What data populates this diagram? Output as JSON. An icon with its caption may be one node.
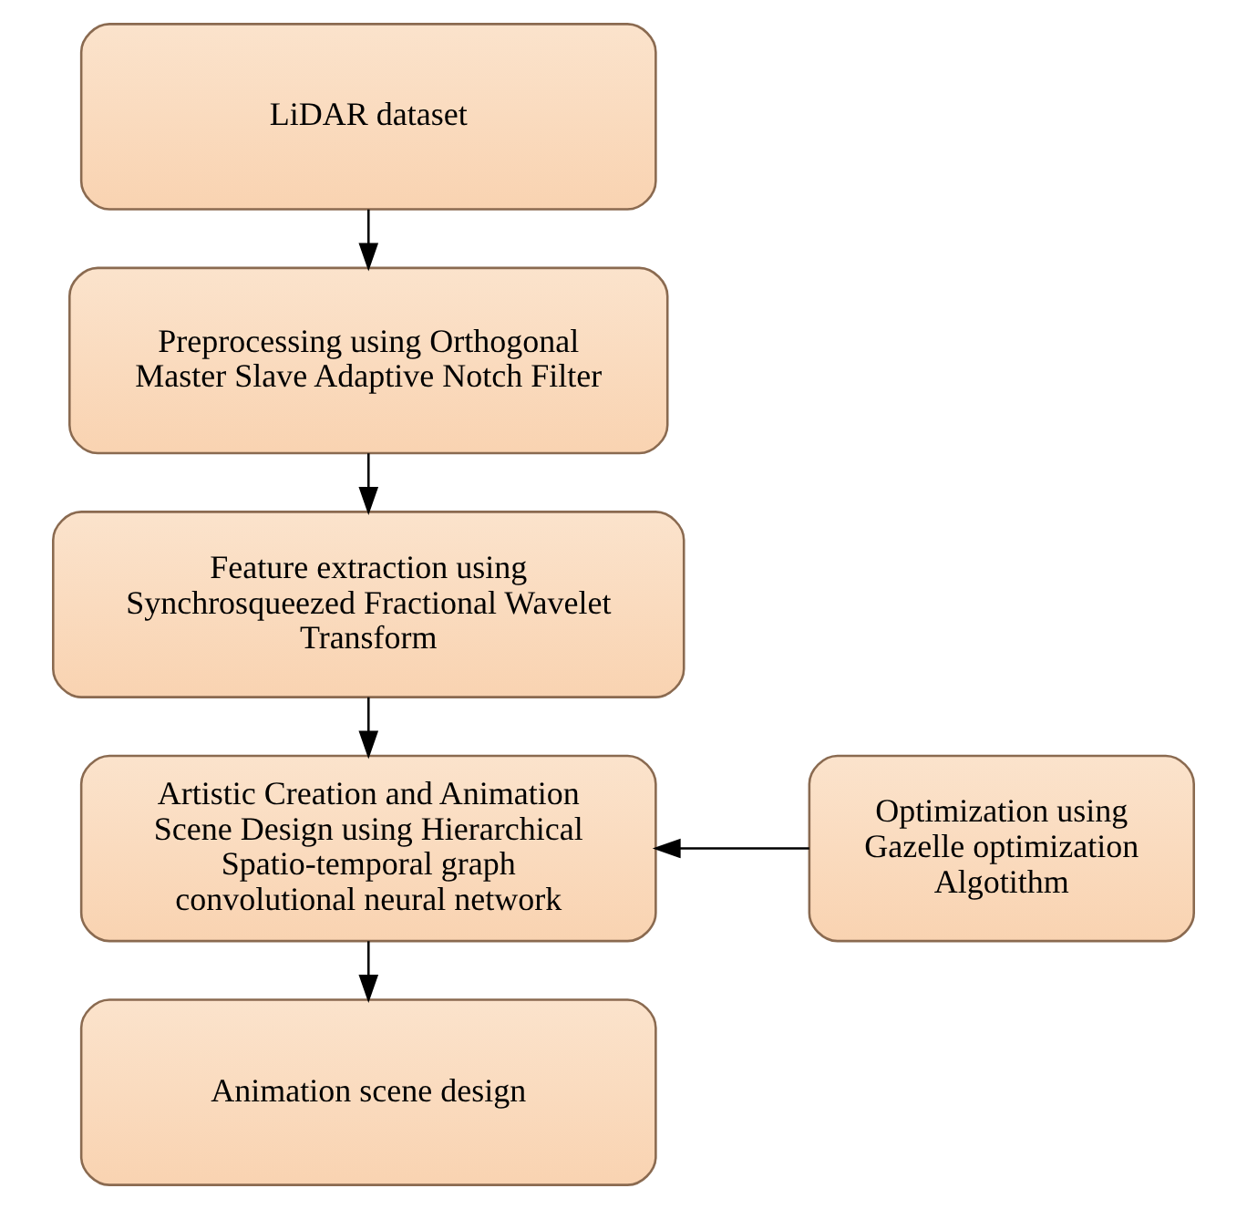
{
  "diagram": {
    "nodes": [
      {
        "text": [
          "LiDAR dataset"
        ]
      },
      {
        "text": [
          "Preprocessing using Orthogonal Master Slave Adaptive Notch Filter"
        ]
      },
      {
        "text": [
          "Feature extraction using Synchrosqueezed Fractional Wavelet Transform"
        ]
      },
      {
        "text": [
          "Artistic Creation and Animation Scene Design using Hierarchical Spatio-temporal graph convolutional neural network"
        ]
      },
      {
        "text": [
          "Optimization using Gazelle optimization Algotithm"
        ]
      },
      {
        "text": [
          "Animation scene design"
        ]
      }
    ],
    "edges": [
      {
        "from": 0,
        "to": 1,
        "arrow": "to"
      },
      {
        "from": 1,
        "to": 2,
        "arrow": "to"
      },
      {
        "from": 2,
        "to": 3,
        "arrow": "to"
      },
      {
        "from": 4,
        "to": 3,
        "arrow": "to"
      },
      {
        "from": 3,
        "to": 5,
        "arrow": "to"
      }
    ]
  }
}
